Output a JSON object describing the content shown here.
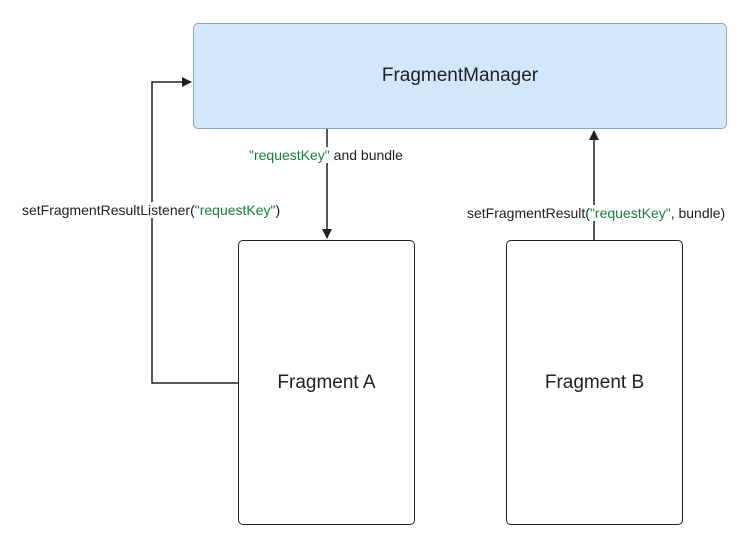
{
  "fragment_manager": {
    "label": "FragmentManager"
  },
  "fragment_a": {
    "label": "Fragment A"
  },
  "fragment_b": {
    "label": "Fragment B"
  },
  "edge_bundle": {
    "key": "\"requestKey\"",
    "rest": " and bundle"
  },
  "edge_listener": {
    "prefix": "setFragmentResultListener(",
    "key": "\"requestKey\"",
    "suffix": ")"
  },
  "edge_result": {
    "prefix": "setFragmentResult(",
    "key": "\"requestKey\"",
    "suffix": ", bundle)"
  },
  "colors": {
    "manager_fill": "#d3e7fb",
    "manager_border": "#8fa3b8",
    "key_text": "#188038",
    "line": "#202124"
  }
}
